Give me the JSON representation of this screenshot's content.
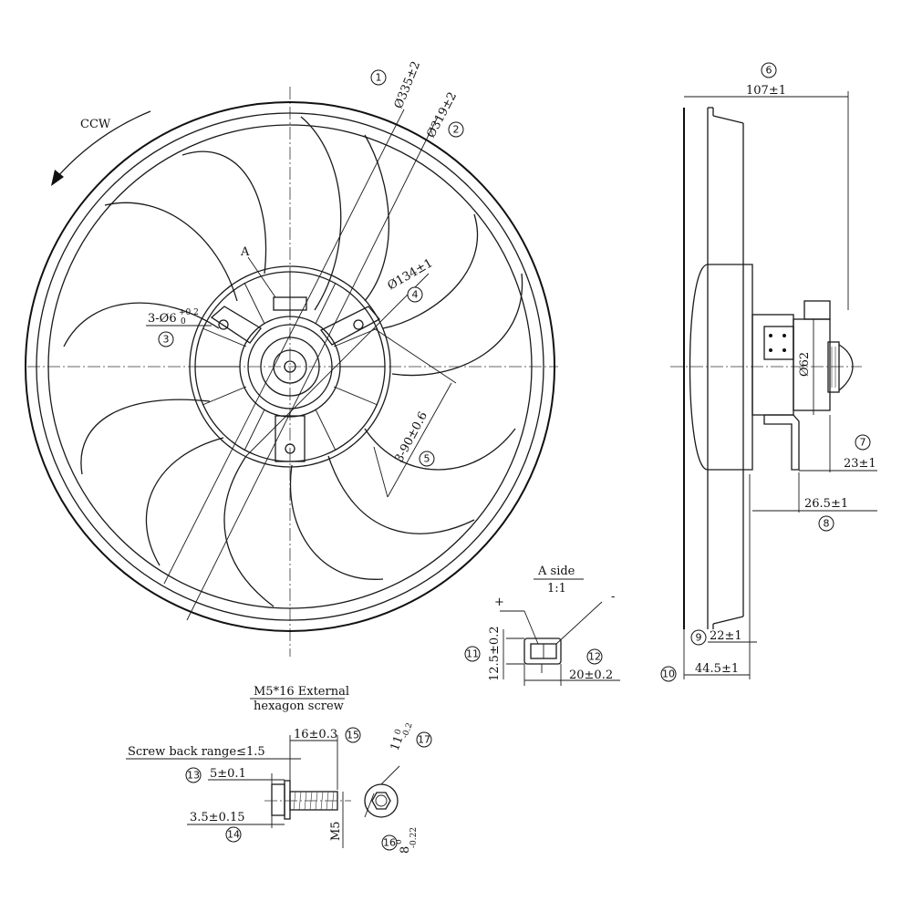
{
  "drawing": {
    "rotation_label": "CCW",
    "front_view": {
      "d_outer": "Ø335±2",
      "d_inner": "Ø319±2",
      "d_hub": "Ø134±1",
      "holes_main": "3-Ø6",
      "holes_tol_upper": "+0.2",
      "holes_tol_lower": "0",
      "spacing": "3-90±0.6",
      "detail_ref": "A"
    },
    "side_view": {
      "depth_total": "107±1",
      "motor_dia": "Ø62",
      "d_23": "23±1",
      "d_26_5": "26.5±1",
      "d_22": "22±1",
      "d_44_5": "44.5±1"
    },
    "a_side": {
      "title": "A side",
      "scale": "1:1",
      "plus": "+",
      "minus": "-",
      "height": "12.5±0.2",
      "width": "20±0.2"
    },
    "screw": {
      "title_line1": "M5*16 External",
      "title_line2": "hexagon screw",
      "length": "16±0.3",
      "back_range": "Screw back range≤1.5",
      "head_len": "5±0.1",
      "flange": "3.5±0.15",
      "thread": "M5",
      "across_flats_main": "11",
      "across_flats_upper": "0",
      "across_flats_lower": "-0.2",
      "hex_main": "8",
      "hex_upper": "0",
      "hex_lower": "-0.22"
    },
    "callouts": [
      "1",
      "2",
      "3",
      "4",
      "5",
      "6",
      "7",
      "8",
      "9",
      "10",
      "11",
      "12",
      "13",
      "14",
      "15",
      "16",
      "17"
    ]
  }
}
